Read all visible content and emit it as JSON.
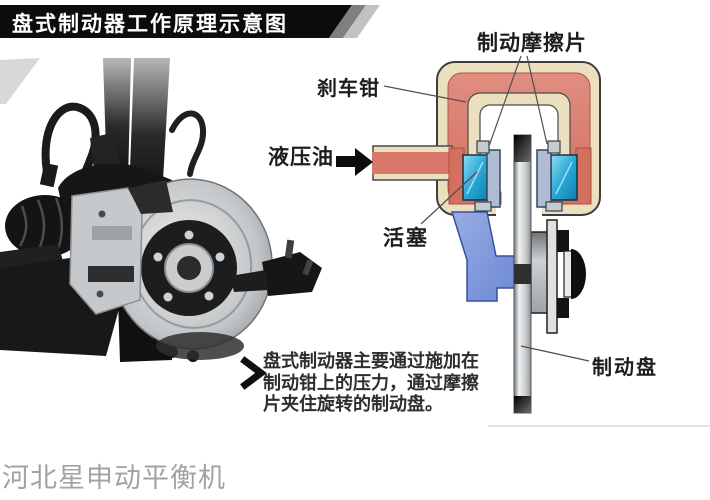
{
  "title_bar": {
    "title": "盘式制动器工作原理示意图"
  },
  "diagram": {
    "labels": {
      "friction_pads": "制动摩擦片",
      "brake_caliper": "刹车钳",
      "hydraulic_fluid": "液压油",
      "piston": "活塞",
      "brake_disc": "制动盘"
    },
    "caption_lines": [
      "盘式制动器主要通过施加在",
      "制动钳上的压力，通过摩擦",
      "片夹住旋转的制动盘。"
    ],
    "caption_full": "盘式制动器主要通过施加在制动钳上的压力，通过摩擦片夹住旋转的制动盘。"
  },
  "icons": {
    "caption_bullet": "chevron-right-icon",
    "fluid_flow": "arrow-right-icon"
  },
  "watermark": "河北星申动平衡机",
  "colors": {
    "title_bg": "#0c0c0c",
    "title_text": "#ffffff",
    "caliper_body_cream": "#ecdfc0",
    "hydraulic_red": "#d9796c",
    "pad_cyan": "#2aa9d4",
    "backing_plate_blue": "#aebdd4",
    "bracket_blue": "#7b97dd",
    "disc_gray": "#c7cacc",
    "outline_dark": "#3d3d3d",
    "watermark_gray": "#a2a2a2"
  }
}
